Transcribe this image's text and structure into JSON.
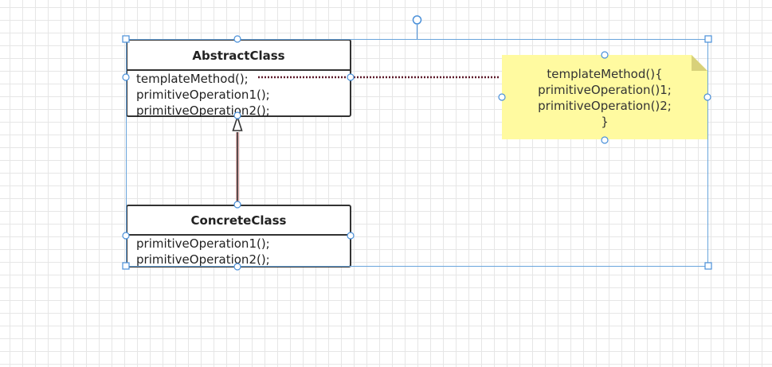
{
  "abstract_class": {
    "name": "AbstractClass",
    "methods": [
      "templateMethod();",
      "primitiveOperation1();",
      "primitiveOperation2();"
    ]
  },
  "concrete_class": {
    "name": "ConcreteClass",
    "methods": [
      "primitiveOperation1();",
      "primitiveOperation2();"
    ]
  },
  "note": {
    "lines": [
      "templateMethod(){",
      "primitiveOperation()1;",
      "primitiveOperation()2;",
      "}"
    ]
  },
  "colors": {
    "selection": "#4a90d9",
    "note_fill": "#fffaa0",
    "note_fold": "#d8d17a",
    "dotted_link": "#5c1a2a",
    "inheritance_arrow": "#333333"
  }
}
